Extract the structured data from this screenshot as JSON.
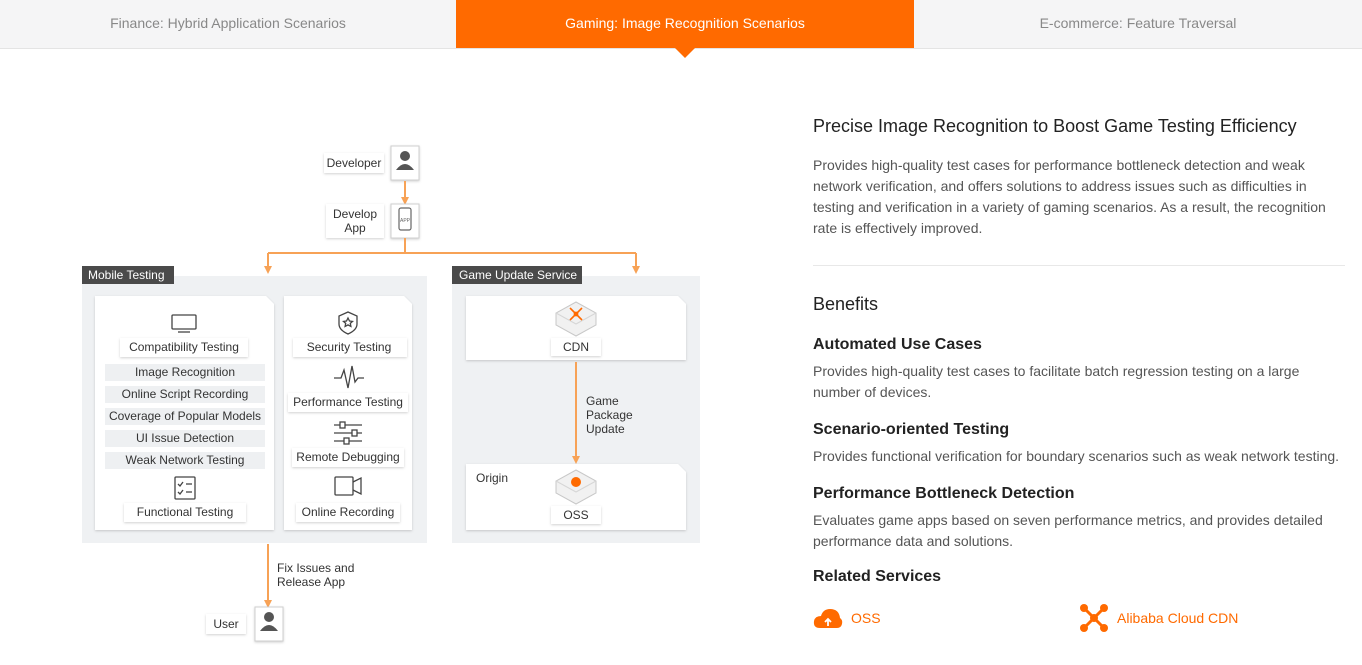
{
  "tabs": [
    {
      "label": "Finance: Hybrid Application Scenarios"
    },
    {
      "label": "Gaming: Image Recognition Scenarios"
    },
    {
      "label": "E-commerce: Feature Traversal"
    }
  ],
  "diagram": {
    "developer": "Developer",
    "develop_app": [
      "Develop",
      "App"
    ],
    "mobile_testing": "Mobile Testing",
    "game_update_service": "Game Update Service",
    "compat": "Compatibility Testing",
    "left_items": [
      "Image Recognition",
      "Online Script Recording",
      "Coverage of Popular Models",
      "UI Issue Detection",
      "Weak Network Testing"
    ],
    "functional": "Functional Testing",
    "security": "Security Testing",
    "performance": "Performance Testing",
    "remote": "Remote Debugging",
    "online_rec": "Online Recording",
    "cdn": "CDN",
    "game_package": [
      "Game",
      "Package",
      "Update"
    ],
    "origin": "Origin",
    "oss": "OSS",
    "fix": [
      "Fix Issues and",
      "Release App"
    ],
    "user": "User"
  },
  "right": {
    "title": "Precise Image Recognition to Boost Game Testing Efficiency",
    "description": "Provides high-quality test cases for performance bottleneck detection and weak network verification, and offers solutions to address issues such as difficulties in testing and verification in a variety of gaming scenarios. As a result, the recognition rate is effectively improved.",
    "benefits_title": "Benefits",
    "benefits": [
      {
        "name": "Automated Use Cases",
        "desc": "Provides high-quality test cases to facilitate batch regression testing on a large number of devices."
      },
      {
        "name": "Scenario-oriented Testing",
        "desc": "Provides functional verification for boundary scenarios such as weak network testing."
      },
      {
        "name": "Performance Bottleneck Detection",
        "desc": "Evaluates game apps based on seven performance metrics, and provides detailed performance data and solutions."
      }
    ],
    "related_title": "Related Services",
    "related": [
      {
        "label": "OSS",
        "icon": "oss-cloud-icon"
      },
      {
        "label": "Alibaba Cloud CDN",
        "icon": "cdn-network-icon"
      }
    ]
  },
  "colors": {
    "accent": "#ff6a00",
    "arrow": "#f7a256",
    "tag_bg": "#4a4a4a"
  }
}
